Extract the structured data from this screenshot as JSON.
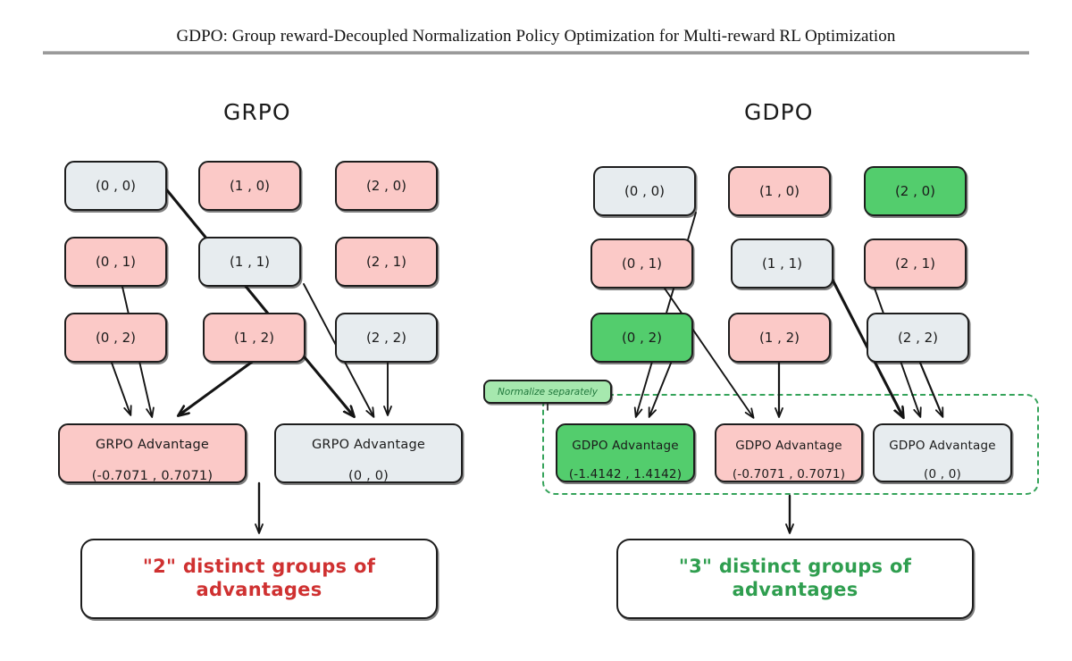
{
  "header": {
    "title": "GDPO: Group reward-Decoupled Normalization Policy Optimization for Multi-reward RL Optimization"
  },
  "colors": {
    "pink": "#fbc9c7",
    "gray": "#e7ecef",
    "green": "#53cd6d",
    "light_green": "#a6e8ae",
    "green_border": "#35a35a",
    "red_text": "#cf3131",
    "green_text": "#2f9e4f",
    "stroke": "#141414"
  },
  "panels": {
    "grpo": {
      "heading": "GRPO",
      "grid": [
        [
          {
            "label": "(0 , 0)",
            "fill": "gray"
          },
          {
            "label": "(1 , 0)",
            "fill": "pink"
          },
          {
            "label": "(2 , 0)",
            "fill": "pink"
          }
        ],
        [
          {
            "label": "(0 , 1)",
            "fill": "pink"
          },
          {
            "label": "(1 , 1)",
            "fill": "gray"
          },
          {
            "label": "(2 , 1)",
            "fill": "pink"
          }
        ],
        [
          {
            "label": "(0 , 2)",
            "fill": "pink"
          },
          {
            "label": "(1 , 2)",
            "fill": "pink"
          },
          {
            "label": "(2 , 2)",
            "fill": "gray"
          }
        ]
      ],
      "advantages": [
        {
          "title": "GRPO Advantage",
          "value": "(-0.7071 , 0.7071)",
          "fill": "pink"
        },
        {
          "title": "GRPO Advantage",
          "value": "(0 , 0)",
          "fill": "gray"
        }
      ],
      "conclusion": "\"2\" distinct groups of advantages",
      "conclusion_color": "red"
    },
    "gdpo": {
      "heading": "GDPO",
      "grid": [
        [
          {
            "label": "(0 , 0)",
            "fill": "gray"
          },
          {
            "label": "(1 , 0)",
            "fill": "pink"
          },
          {
            "label": "(2 , 0)",
            "fill": "green"
          }
        ],
        [
          {
            "label": "(0 , 1)",
            "fill": "pink"
          },
          {
            "label": "(1 , 1)",
            "fill": "gray"
          },
          {
            "label": "(2 , 1)",
            "fill": "pink"
          }
        ],
        [
          {
            "label": "(0 , 2)",
            "fill": "green"
          },
          {
            "label": "(1 , 2)",
            "fill": "pink"
          },
          {
            "label": "(2 , 2)",
            "fill": "gray"
          }
        ]
      ],
      "normalize_label": "Normalize separately",
      "advantages": [
        {
          "title": "GDPO Advantage",
          "value": "(-1.4142 , 1.4142)",
          "fill": "green"
        },
        {
          "title": "GDPO Advantage",
          "value": "(-0.7071 , 0.7071)",
          "fill": "pink"
        },
        {
          "title": "GDPO Advantage",
          "value": "(0 , 0)",
          "fill": "gray"
        }
      ],
      "conclusion": "\"3\" distinct groups of advantages",
      "conclusion_color": "green"
    }
  }
}
